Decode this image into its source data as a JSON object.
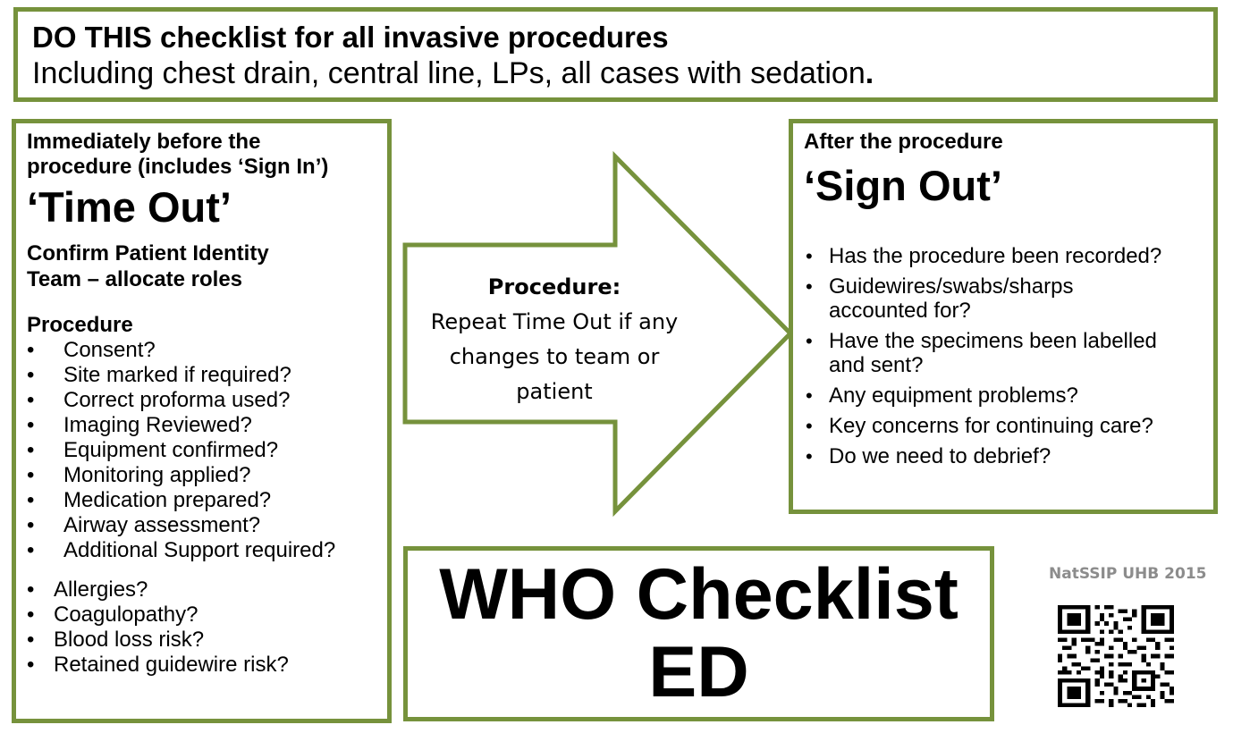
{
  "top_banner": {
    "line1": "DO THIS checklist for all invasive procedures",
    "line2": "Including chest drain, central line, LPs, all cases with sedation",
    "line2_end": "."
  },
  "time_out": {
    "heading_line1": "Immediately before the",
    "heading_line2": "procedure (includes ‘Sign In’)",
    "title": "‘Time Out’",
    "confirm_line1": "Confirm Patient Identity",
    "confirm_line2": "Team – allocate roles",
    "section": "Procedure",
    "items": [
      "Consent?",
      "Site marked if required?",
      "Correct proforma used?",
      "Imaging Reviewed?",
      "Equipment confirmed?",
      "Monitoring applied?",
      "Medication prepared?",
      "Airway assessment?",
      "Additional Support required?"
    ],
    "risks": [
      "Allergies?",
      "Coagulopathy?",
      "Blood loss risk?",
      "Retained guidewire risk?"
    ]
  },
  "procedure_arrow": {
    "title": "Procedure:",
    "line1": "Repeat Time Out if any",
    "line2": "changes to team or",
    "line3": "patient"
  },
  "sign_out": {
    "heading": "After the procedure",
    "title": "‘Sign Out’",
    "items": [
      "Has the procedure been recorded?",
      "Guidewires/swabs/sharps accounted for?",
      "Have the specimens been labelled and sent?",
      "Any equipment problems?",
      "Key concerns for continuing care?",
      "Do we need to debrief?"
    ]
  },
  "who_box": {
    "line1": "WHO Checklist",
    "line2": "ED"
  },
  "footer": {
    "credit": "NatSSIP UHB 2015"
  },
  "colors": {
    "border_green": "#76923c",
    "credit_grey": "#8c8c8c"
  }
}
